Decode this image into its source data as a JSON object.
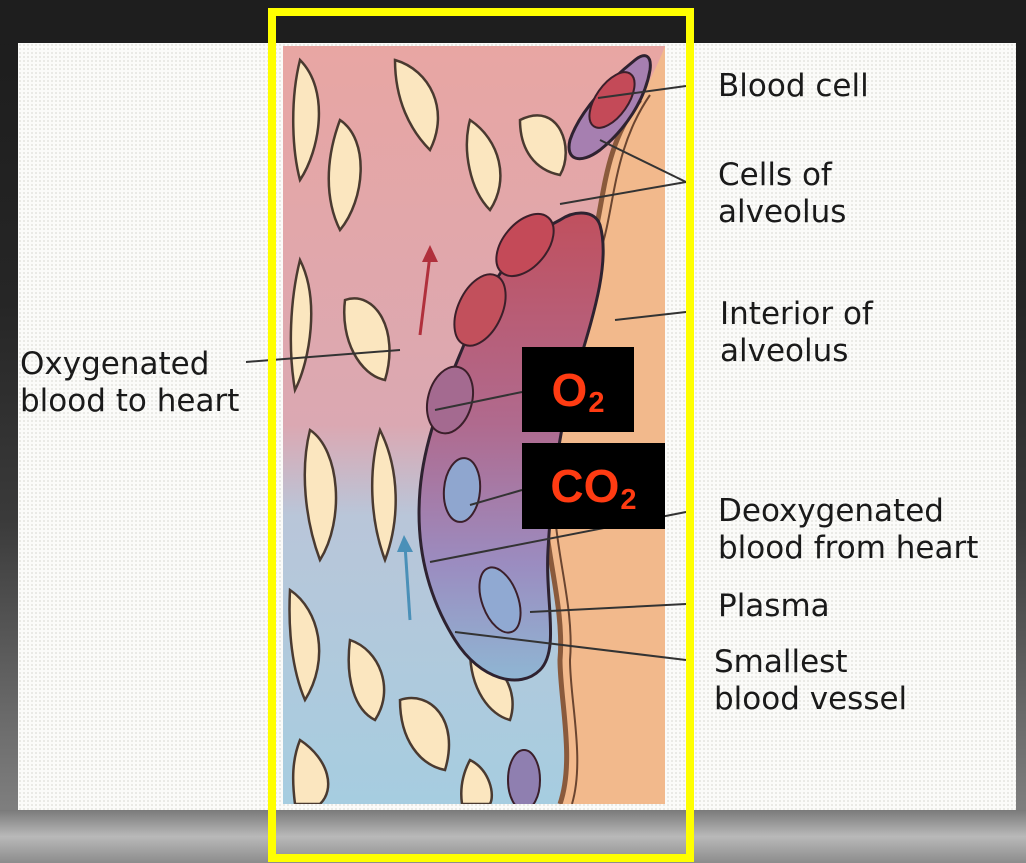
{
  "labels": {
    "blood_cell": "Blood cell",
    "cells_of_alveolus": "Cells of\nalveolus",
    "interior_of_alveolus": "Interior of\nalveolus",
    "oxygenated_blood": "Oxygenated\nblood to heart",
    "deoxygenated_blood": "Deoxygenated\nblood from heart",
    "plasma": "Plasma",
    "smallest_vessel": "Smallest\nblood vessel"
  },
  "gas_boxes": {
    "o2": {
      "symbol": "O",
      "subscript": "2"
    },
    "co2": {
      "symbol": "CO",
      "subscript": "2"
    }
  },
  "colors": {
    "frame": "#ffff00",
    "gas_text": "#ff3b12",
    "oxygenated_vessel": "#e7a3a0",
    "deoxygenated_vessel": "#a9cfe0",
    "alveolus_interior": "#f2b98c",
    "blood_cell": "#c94f5c",
    "alveolar_wall": "#b0805a"
  }
}
